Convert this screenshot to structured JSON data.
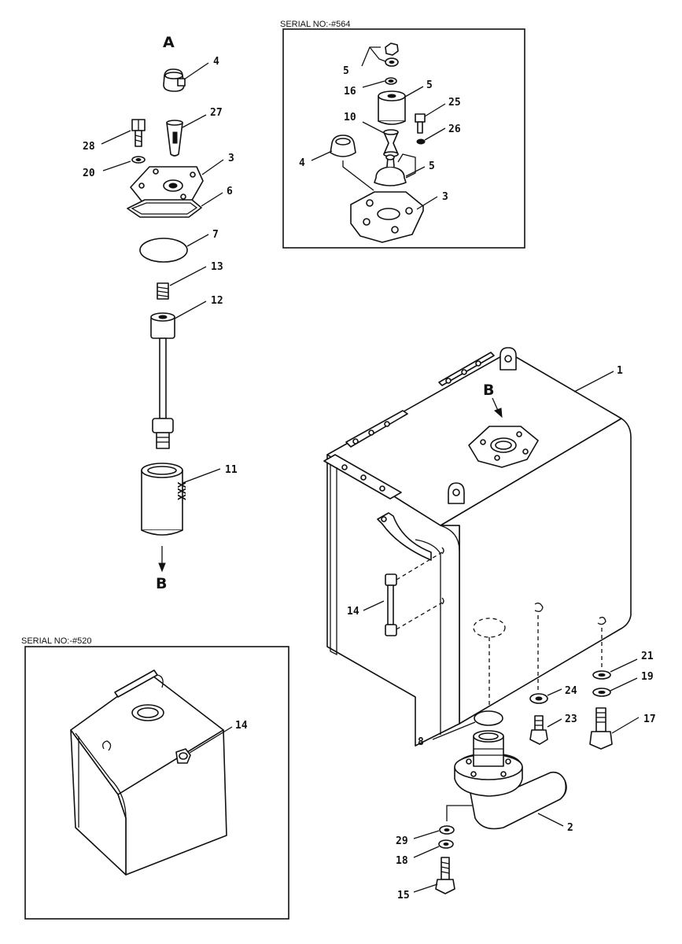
{
  "serial_top": "SERIAL NO:-#564",
  "serial_bottom": "SERIAL NO:-#520",
  "view_a": "A",
  "view_b_bottom": "B",
  "view_b_tank": "B",
  "callouts": {
    "a4": "4",
    "a27": "27",
    "a28": "28",
    "a20": "20",
    "a3": "3",
    "a6": "6",
    "a7": "7",
    "a13": "13",
    "a12": "12",
    "a11": "11",
    "s5a": "5",
    "s16": "16",
    "s5b": "5",
    "s25": "25",
    "s10": "10",
    "s26": "26",
    "s4": "4",
    "s5c": "5",
    "s3": "3",
    "t1": "1",
    "t14": "14",
    "t21": "21",
    "t19": "19",
    "t24": "24",
    "t23": "23",
    "t17": "17",
    "t8": "8",
    "t2": "2",
    "t29": "29",
    "t18": "18",
    "t15": "15",
    "b14": "14"
  },
  "filter_marking": "XXX"
}
